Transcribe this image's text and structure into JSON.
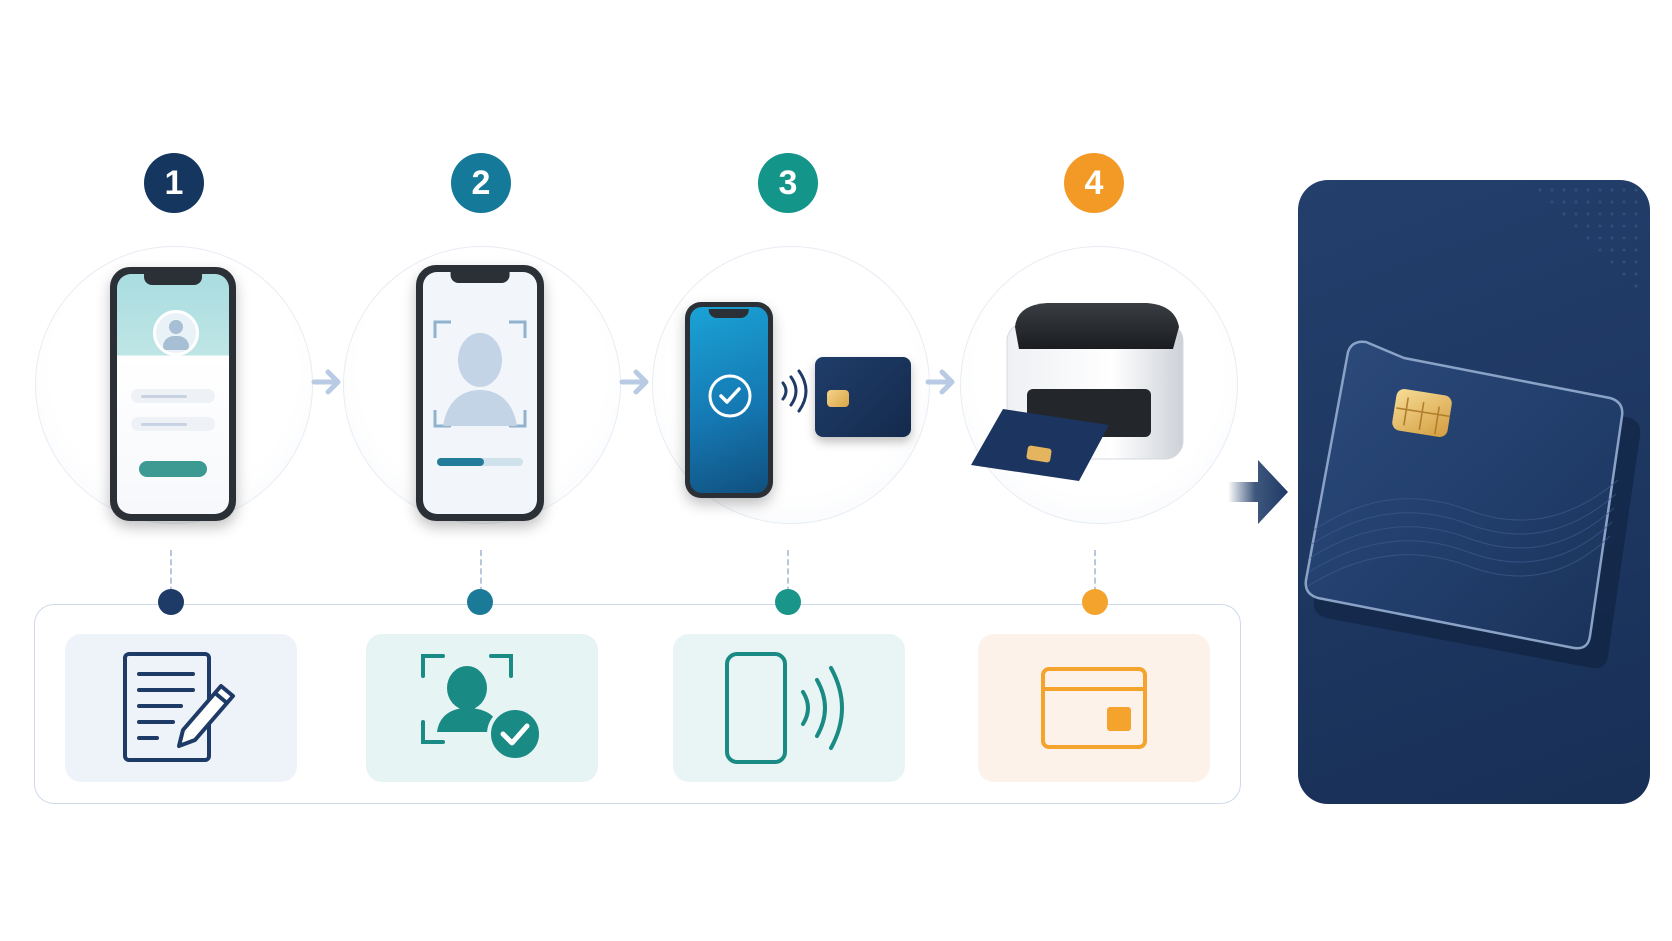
{
  "steps": [
    {
      "number": "1",
      "color": "#14365f",
      "tile_bg": "#eef2f9",
      "scene": "registration-form-phone",
      "icon": "form-edit-icon"
    },
    {
      "number": "2",
      "color": "#157a9a",
      "tile_bg": "#e7f4f4",
      "scene": "face-scan-phone",
      "icon": "face-verify-icon"
    },
    {
      "number": "3",
      "color": "#13958a",
      "tile_bg": "#e8f5f4",
      "scene": "nfc-phone-card",
      "icon": "nfc-phone-icon"
    },
    {
      "number": "4",
      "color": "#f39a26",
      "tile_bg": "#fdf2ea",
      "scene": "card-printer",
      "icon": "card-icon"
    }
  ],
  "colors": {
    "navy": "#1e3a66",
    "teal": "#1a8a84",
    "orange": "#f4a32c",
    "connector": "#b9cbe4",
    "panel_border": "#cfd9e8"
  },
  "final_card": {
    "scene": "smart-card",
    "background": "#1d3761"
  }
}
